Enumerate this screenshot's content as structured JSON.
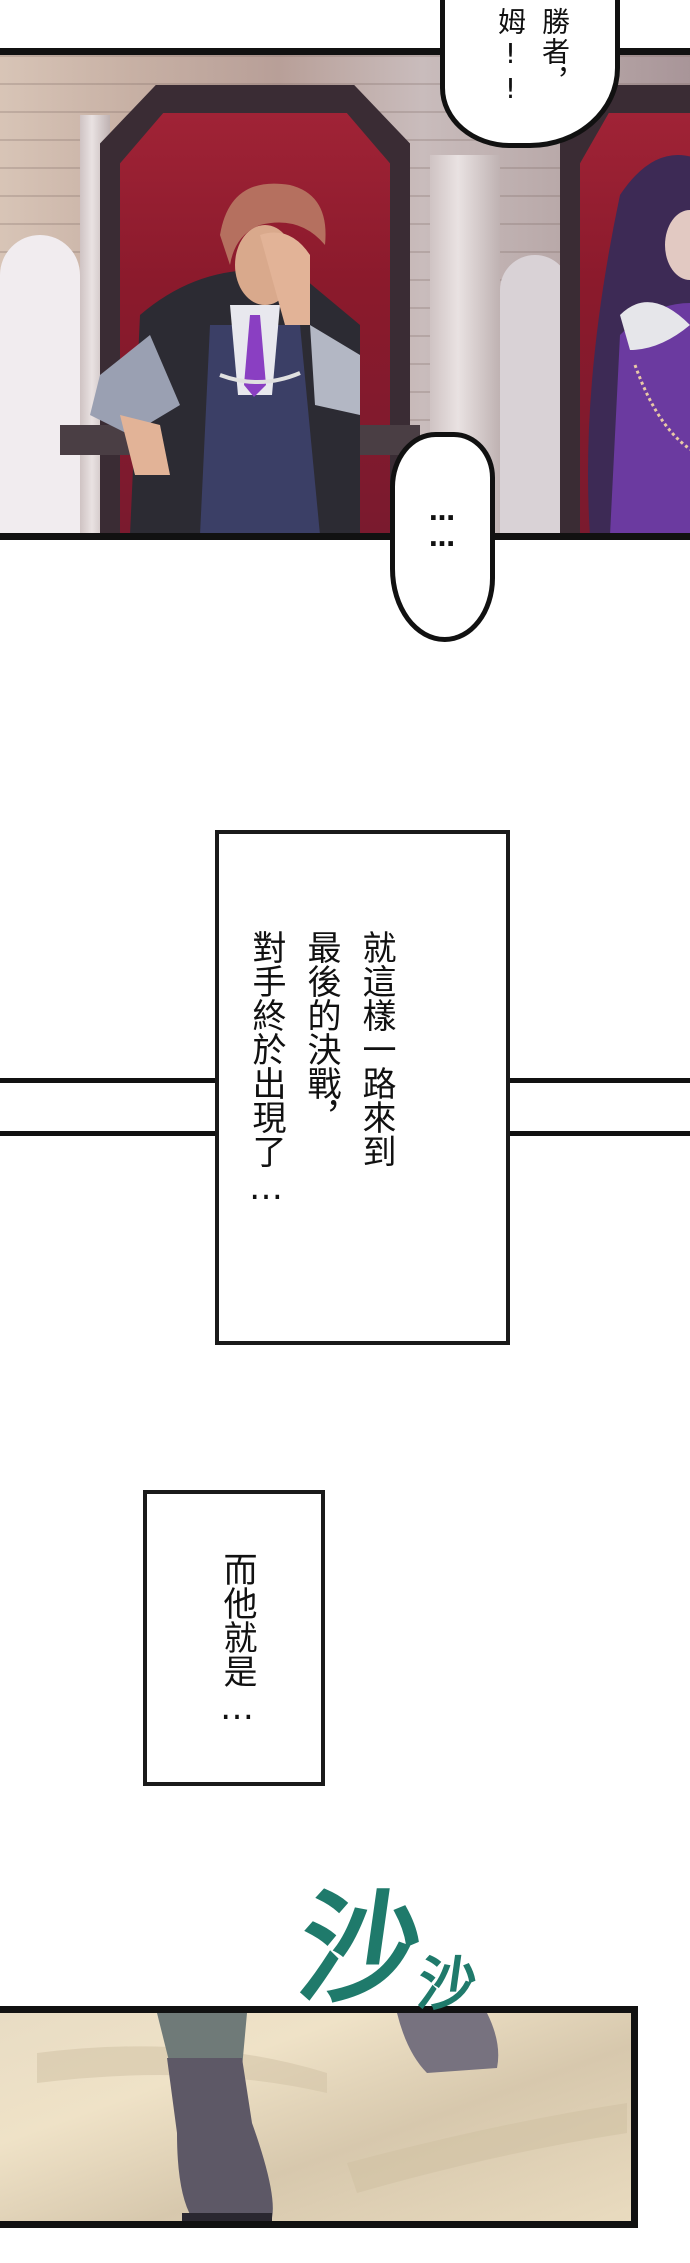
{
  "page": {
    "type": "manga-webtoon-page",
    "background_color": "#ffffff",
    "border_color": "#111111"
  },
  "panel1": {
    "scene": "throne-room",
    "speech_bubble_top": {
      "lines": [
        "勝者，",
        "姆!!"
      ]
    },
    "speech_bubble_ellipsis": {
      "text": "……"
    },
    "colors": {
      "throne_red": "#8b1a2c",
      "throne_frame": "#3a2c34",
      "wall": "#c7b0a4",
      "tie_purple": "#8a3fc2",
      "vest_navy": "#3b3f66",
      "hair_brown": "#b5705f",
      "robe_purple": "#6b3aa0"
    }
  },
  "narration1": {
    "lines": [
      "就這樣一路來到",
      "最後的決戰，",
      "對手終於出現了…"
    ]
  },
  "narration2": {
    "lines": [
      "而他就是…"
    ]
  },
  "panel4": {
    "scene": "boots-stepping",
    "sfx_large": "沙",
    "sfx_small": "沙",
    "colors": {
      "ground": "#e8dcc4",
      "boot": "#5d5866",
      "sfx_teal": "#1f7a6b"
    }
  }
}
